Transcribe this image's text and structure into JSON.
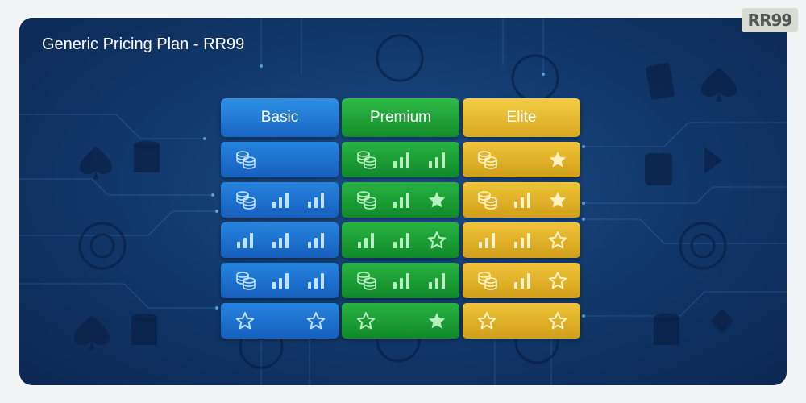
{
  "title": "Generic Pricing Plan - RR99",
  "logo_text": "RR99",
  "colors": {
    "basic": "#1f78d6",
    "premium": "#1fa53a",
    "elite": "#e8b92e",
    "background": "#123a6d"
  },
  "plans": [
    {
      "key": "basic",
      "label": "Basic",
      "rows": [
        [
          "coins-icon",
          "",
          ""
        ],
        [
          "coins-icon",
          "bar-chart-icon",
          "bar-chart-icon"
        ],
        [
          "bar-chart-icon",
          "bar-chart-icon",
          "bar-chart-icon"
        ],
        [
          "coins-icon",
          "bar-chart-icon",
          "bar-chart-icon"
        ],
        [
          "star-outline-icon",
          "",
          "star-outline-icon"
        ]
      ]
    },
    {
      "key": "premium",
      "label": "Premium",
      "rows": [
        [
          "coins-icon",
          "bar-chart-icon",
          "bar-chart-icon"
        ],
        [
          "coins-icon",
          "bar-chart-icon",
          "star-icon"
        ],
        [
          "bar-chart-icon",
          "bar-chart-icon",
          "star-outline-icon"
        ],
        [
          "coins-icon",
          "bar-chart-icon",
          "bar-chart-icon"
        ],
        [
          "star-outline-icon",
          "",
          "star-icon"
        ]
      ]
    },
    {
      "key": "elite",
      "label": "Elite",
      "rows": [
        [
          "coins-icon",
          "",
          "star-icon"
        ],
        [
          "coins-icon",
          "bar-chart-icon",
          "star-icon"
        ],
        [
          "bar-chart-icon",
          "bar-chart-icon",
          "star-outline-icon"
        ],
        [
          "coins-icon",
          "bar-chart-icon",
          "star-outline-icon"
        ],
        [
          "star-outline-icon",
          "",
          "star-outline-icon"
        ]
      ]
    }
  ]
}
